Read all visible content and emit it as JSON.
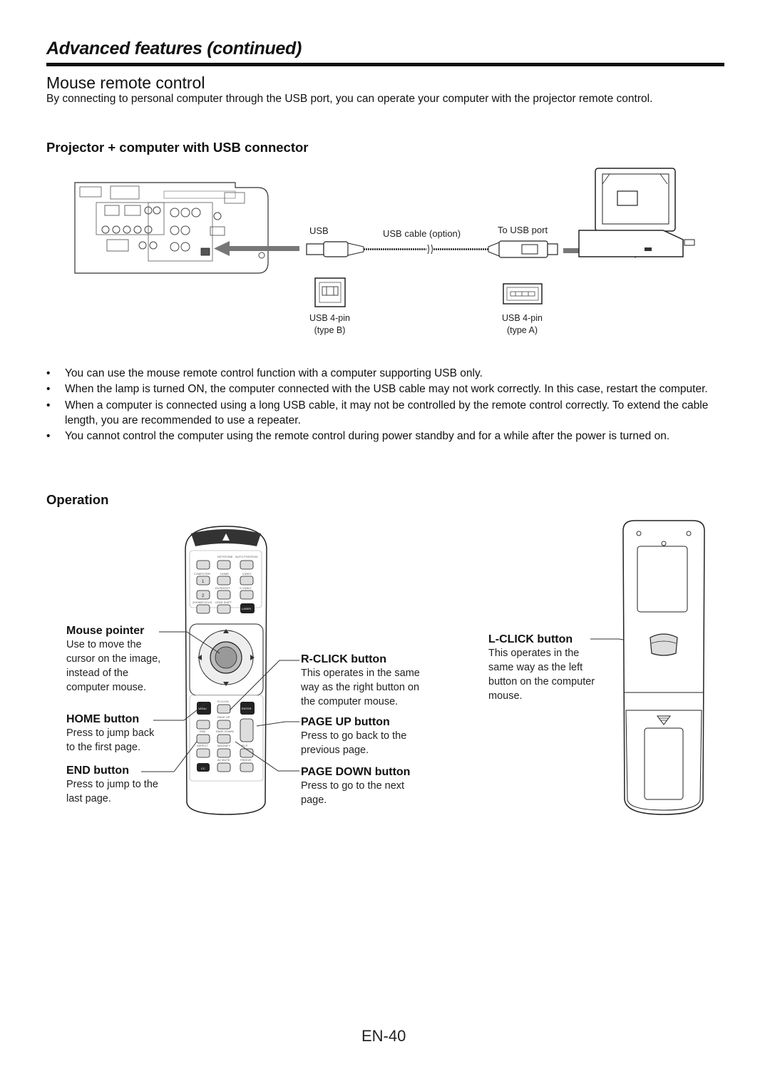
{
  "header": {
    "section_title": "Advanced features (continued)"
  },
  "page": {
    "title": "Mouse remote control",
    "number": "EN-40"
  },
  "intro": "By connecting to personal computer through the USB port, you can operate your computer with the projector remote control.",
  "connection": {
    "heading": "Projector + computer with USB connector",
    "usb_label": "USB",
    "cable_label": "USB cable (option)",
    "port_label": "To USB port",
    "type_b": {
      "line1": "USB 4-pin",
      "line2": "(type B)"
    },
    "type_a": {
      "line1": "USB 4-pin",
      "line2": "(type A)"
    }
  },
  "notes": [
    "You can use the mouse remote control function with a computer supporting USB only.",
    "When the lamp is turned ON, the computer connected with the USB cable may not work correctly. In this case, restart the computer.",
    "When a computer is connected using a long USB cable, it may not be controlled by the remote control correctly. To extend the cable length, you are recommended to use a repeater.",
    "You cannot control the computer using the remote control during power standby and for a while after the power is turned on."
  ],
  "operation": {
    "heading": "Operation",
    "mouse_pointer": {
      "title": "Mouse pointer",
      "desc1": "Use to move the",
      "desc2": "cursor on the image,",
      "desc3": "instead of the",
      "desc4": "computer mouse."
    },
    "home": {
      "title": "HOME button",
      "desc1": "Press to jump back",
      "desc2": "to the first page."
    },
    "end": {
      "title": "END button",
      "desc1": "Press to jump to the",
      "desc2": "last page."
    },
    "rclick": {
      "title": "R-CLICK button",
      "desc1": "This operates in the same",
      "desc2": "way as the right button on",
      "desc3": "the computer mouse."
    },
    "pageup": {
      "title": "PAGE UP button",
      "desc1": "Press to go back to the",
      "desc2": "previous page."
    },
    "pagedown": {
      "title": "PAGE DOWN button",
      "desc1": "Press to go to the next",
      "desc2": "page."
    },
    "lclick": {
      "title": "L-CLICK button",
      "desc1": "This operates in the",
      "desc2": "same way as the left",
      "desc3": "button on the computer",
      "desc4": "mouse."
    }
  },
  "remote_labels": {
    "keystone": "KEYSTONE",
    "auto_position": "AUTO POSITION",
    "computer": "COMPUTER",
    "home": "HOME",
    "video": "VIDEO",
    "one": "1",
    "two": "2",
    "ez": "EV/SHOOT",
    "svideo": "S-VIDEO",
    "zoom": "ZOOM/FOCUS",
    "lens": "LENS SHIFT",
    "laser": "LASER",
    "menu": "MENU",
    "rclick": "R-CLICK",
    "enter": "ENTER",
    "pageup": "PAGE UP",
    "end": "END",
    "pagedown": "PAGE DOWN",
    "aspect": "ASPECT",
    "magnify": "MAGNIFY",
    "pip": "P.I.P.",
    "cc": "CC",
    "av_mute": "AV MUTE",
    "freeze": "FREEZE"
  }
}
